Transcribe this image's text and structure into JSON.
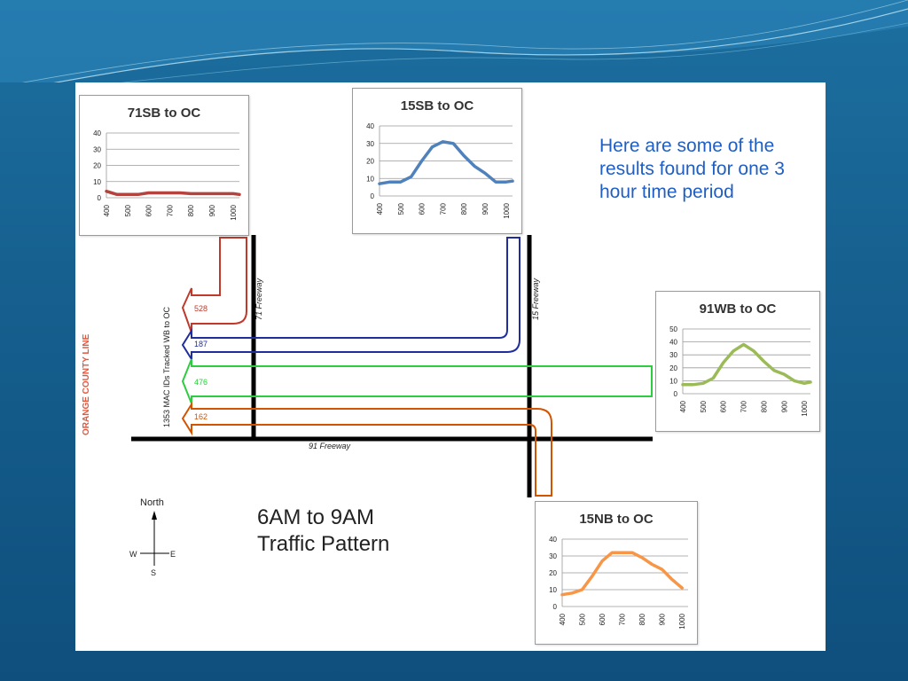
{
  "description": "Here are some of the results found for one 3 hour time period",
  "pattern_title_line1": "6AM to 9AM",
  "pattern_title_line2": "Traffic Pattern",
  "boundary_label": "ORANGE COUNTY LINE",
  "tracked_label": "1353 MAC IDs Tracked WB to OC",
  "roads": {
    "freeway_71": "71 Freeway",
    "freeway_15": "15 Freeway",
    "freeway_91": "91 Freeway"
  },
  "compass": {
    "north": "North",
    "south": "S",
    "east": "E",
    "west": "W"
  },
  "flows": [
    {
      "route": "71SB",
      "count": "528",
      "color": "#c0392b"
    },
    {
      "route": "15SB",
      "count": "187",
      "color": "#1f2e9c"
    },
    {
      "route": "91WB",
      "count": "476",
      "color": "#2ecc40"
    },
    {
      "route": "15NB",
      "count": "162",
      "color": "#d35400"
    }
  ],
  "chart_data": [
    {
      "type": "line",
      "title": "71SB to OC",
      "x": [
        400,
        500,
        600,
        700,
        800,
        900,
        1000
      ],
      "series": [
        {
          "x": [
            400,
            450,
            500,
            550,
            600,
            650,
            700,
            750,
            800,
            850,
            900,
            950,
            1000,
            1030
          ],
          "values": [
            4,
            2,
            2,
            2,
            3,
            3,
            3,
            3,
            2.5,
            2.5,
            2.5,
            2.5,
            2.5,
            2
          ]
        }
      ],
      "ylim": [
        0,
        40
      ],
      "yticks": [
        0,
        10,
        20,
        30,
        40
      ],
      "color": "#b5423c",
      "grid": true
    },
    {
      "type": "line",
      "title": "15SB to OC",
      "x": [
        400,
        500,
        600,
        700,
        800,
        900,
        1000
      ],
      "series": [
        {
          "x": [
            400,
            450,
            500,
            550,
            600,
            650,
            700,
            750,
            800,
            850,
            900,
            950,
            1000,
            1030
          ],
          "values": [
            7,
            8,
            8,
            11,
            20,
            28,
            31,
            30,
            23,
            17,
            13,
            8,
            8,
            8.5
          ]
        }
      ],
      "ylim": [
        0,
        40
      ],
      "yticks": [
        0,
        10,
        20,
        30,
        40
      ],
      "color": "#4f81bd",
      "grid": true
    },
    {
      "type": "line",
      "title": "91WB to OC",
      "x": [
        400,
        500,
        600,
        700,
        800,
        900,
        1000
      ],
      "series": [
        {
          "x": [
            400,
            450,
            500,
            550,
            600,
            650,
            700,
            750,
            800,
            850,
            900,
            950,
            1000,
            1030
          ],
          "values": [
            7,
            7,
            8,
            12,
            24,
            33,
            38,
            33,
            25,
            18,
            15,
            10,
            8,
            9
          ]
        }
      ],
      "ylim": [
        0,
        50
      ],
      "yticks": [
        0,
        10,
        20,
        30,
        40,
        50
      ],
      "color": "#9bbb59",
      "grid": true
    },
    {
      "type": "line",
      "title": "15NB to OC",
      "x": [
        400,
        500,
        600,
        700,
        800,
        900,
        1000
      ],
      "series": [
        {
          "x": [
            400,
            450,
            500,
            550,
            600,
            650,
            700,
            750,
            800,
            850,
            900,
            950,
            1000
          ],
          "values": [
            7,
            8,
            10,
            18,
            27,
            32,
            32,
            32,
            29,
            25,
            22,
            16,
            11
          ]
        }
      ],
      "ylim": [
        0,
        40
      ],
      "yticks": [
        0,
        10,
        20,
        30,
        40
      ],
      "color": "#f79646",
      "grid": true
    }
  ]
}
